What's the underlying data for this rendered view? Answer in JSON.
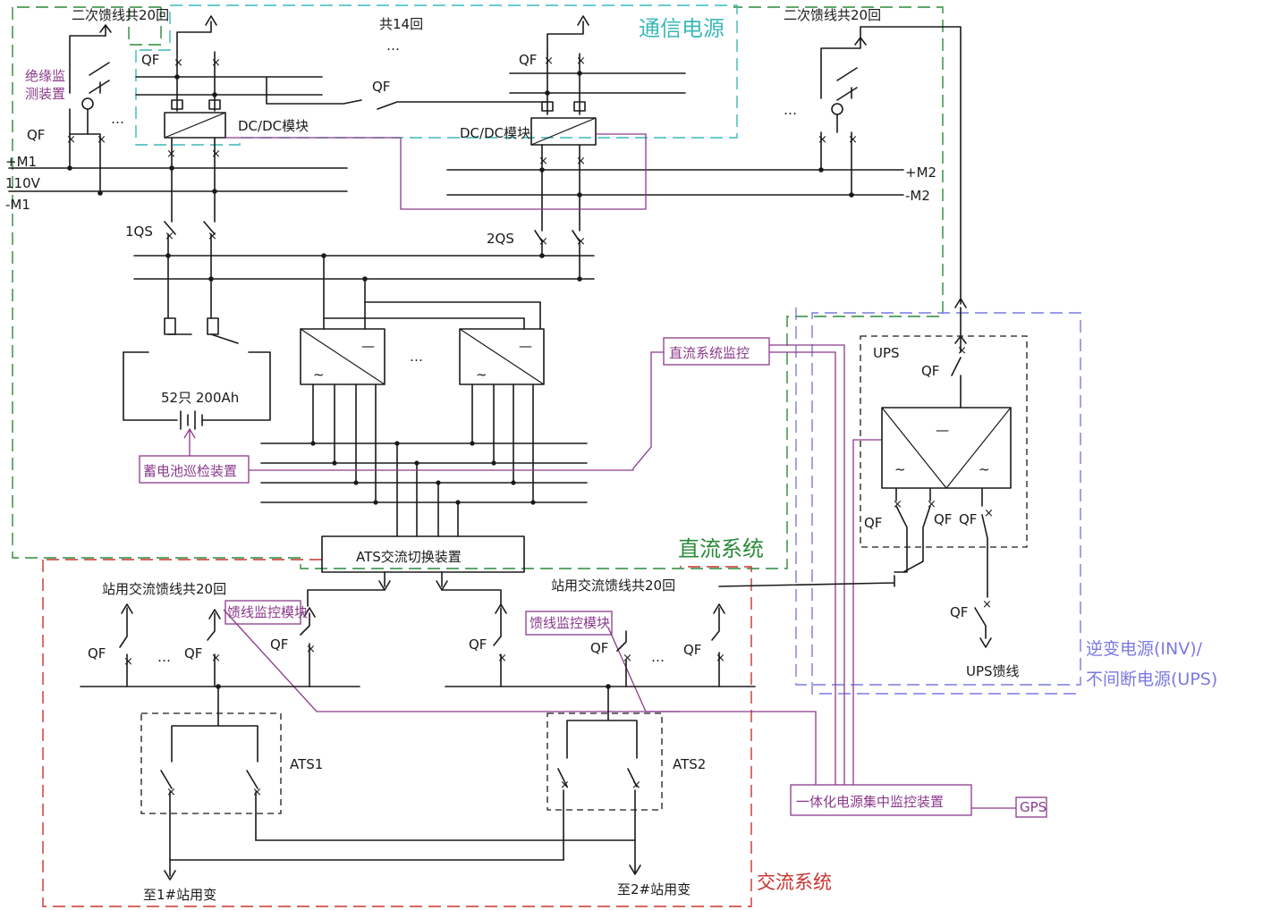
{
  "regions": {
    "dc_system": "直流系统",
    "telecom_power": "通信电源",
    "ac_system": "交流系统",
    "inv_ups_line1": "逆变电源(INV)/",
    "inv_ups_line2": "不间断电源(UPS)"
  },
  "feeders": {
    "dc_left": "二次馈线共20回",
    "telecom_count": "共14回",
    "dc_right": "二次馈线共20回",
    "ac_left": "站用交流馈线共20回",
    "ac_right": "站用交流馈线共20回",
    "ups_feeder": "UPS馈线",
    "ellipsis": "…"
  },
  "buses": {
    "pos_m1": "+M1",
    "voltage": "110V",
    "neg_m1": "-M1",
    "pos_m2": "+M2",
    "neg_m2": "-M2"
  },
  "switches": {
    "qf": "QF",
    "qs1": "1QS",
    "qs2": "2QS",
    "ats1": "ATS1",
    "ats2": "ATS2"
  },
  "devices": {
    "insulation_monitor_line1": "绝缘监",
    "insulation_monitor_line2": "测装置",
    "dcdc_module": "DC/DC模块",
    "battery_spec": "52只 200Ah",
    "battery_inspection": "蓄电池巡检装置",
    "dc_monitor": "直流系统监控",
    "ats_ac_switch": "ATS交流切换装置",
    "feeder_monitor_module": "馈线监控模块",
    "ups": "UPS",
    "central_monitor": "一体化电源集中监控装置",
    "gps": "GPS"
  },
  "destinations": {
    "to_transformer_1": "至1#站用变",
    "to_transformer_2": "至2#站用变"
  },
  "symbols": {
    "dc": "—",
    "ac": "~",
    "breaker_mark": "×"
  },
  "colors": {
    "dc_system_border": "#2a8a3a",
    "telecom_border": "#3bb8b8",
    "ac_system_border": "#c8332f",
    "ups_border": "#7a7ae0",
    "monitoring_lines": "#8b3a8b",
    "ink": "#1a1a1a"
  }
}
